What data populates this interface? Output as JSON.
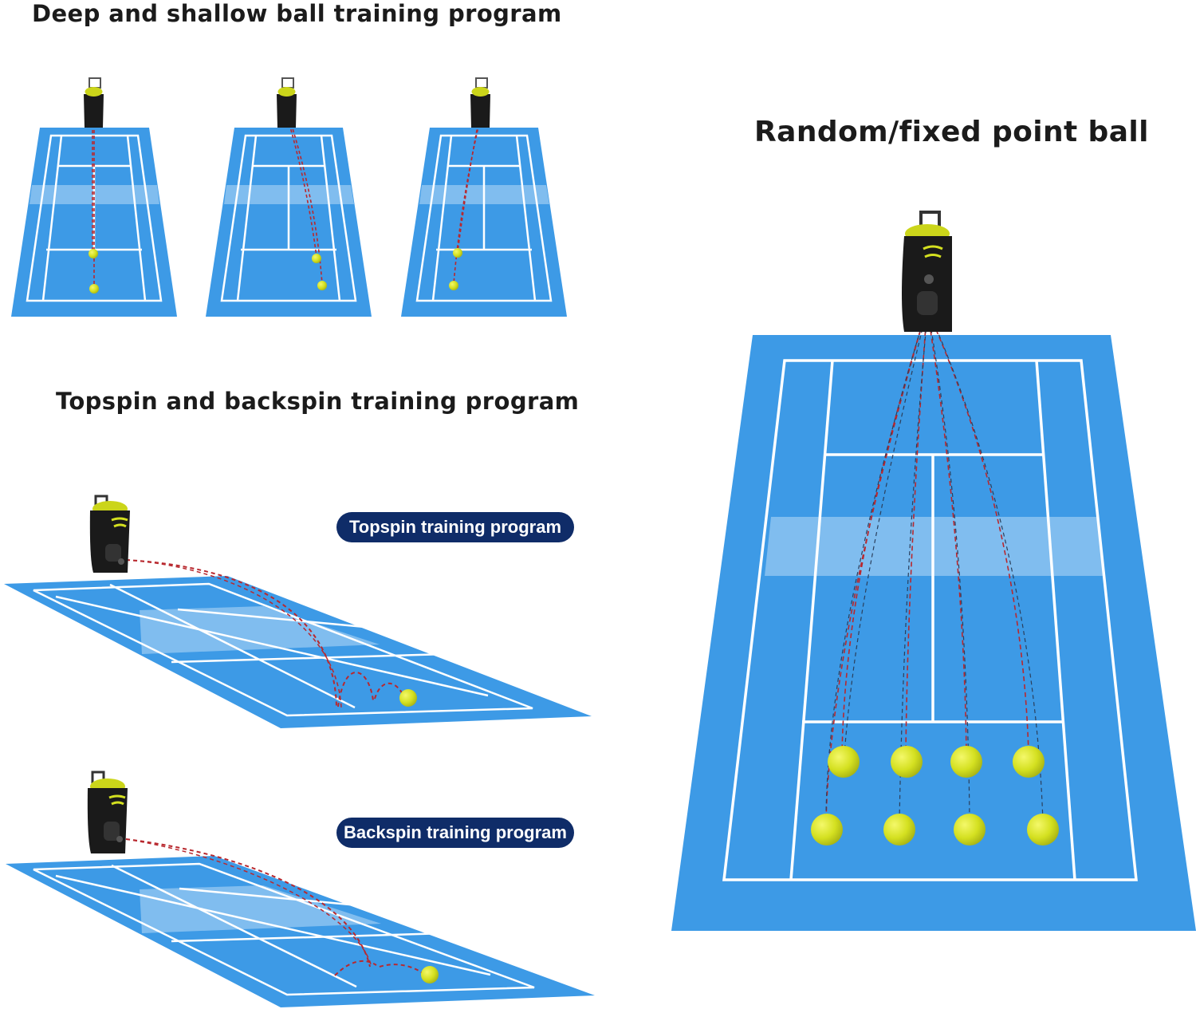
{
  "titles": {
    "deep_shallow": "Deep and shallow ball training program",
    "topspin_backspin": "Topspin and backspin training program",
    "random_fixed": "Random/fixed point ball"
  },
  "labels": {
    "topspin": "Topspin training program",
    "backspin": "Backspin training program"
  },
  "colors": {
    "court": "#3d9ae6",
    "court_dark": "#2f86d4",
    "lines": "#ffffff",
    "trajectory": "#b8282e",
    "ball": "#d4e020",
    "machine": "#1a1a1a",
    "pill": "#0f2c68"
  },
  "icons": [
    "ball-machine-icon",
    "tennis-ball-icon"
  ]
}
